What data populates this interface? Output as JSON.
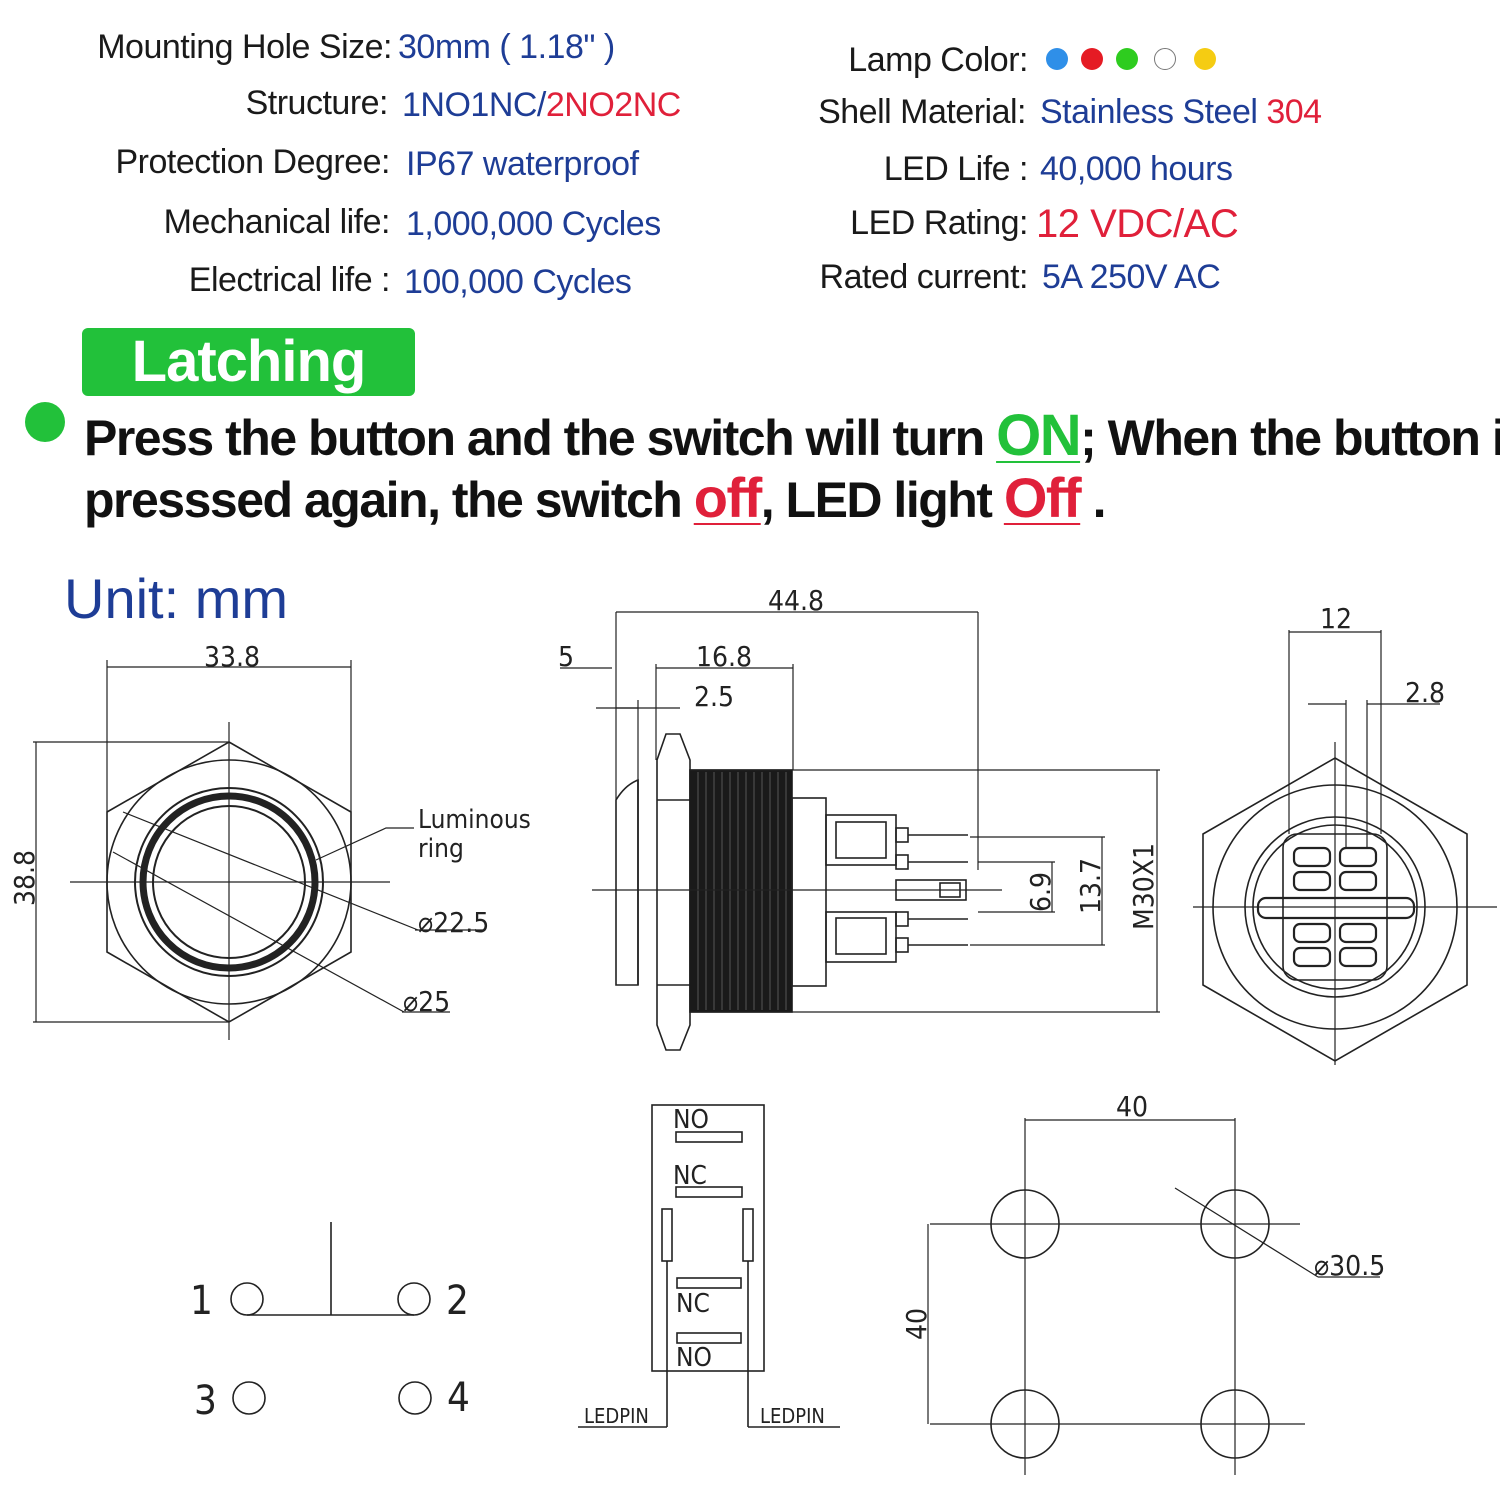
{
  "specs_left": [
    {
      "label": "Mounting Hole  Size:",
      "value": "30mm ( 1.18\" )"
    },
    {
      "label": "Structure:",
      "value_a": "1NO1NC/",
      "value_b": "2NO2NC"
    },
    {
      "label": "Protection  Degree:",
      "value": "IP67 waterproof"
    },
    {
      "label": "Mechanical life:",
      "value": "1,000,000 Cycles"
    },
    {
      "label": "Electrical  life :",
      "value": "100,000 Cycles"
    }
  ],
  "specs_right": [
    {
      "label": "Lamp Color:"
    },
    {
      "label": "Shell Material:",
      "value_a": "Stainless Steel ",
      "value_b": "304"
    },
    {
      "label": "LED Life :",
      "value": "40,000 hours"
    },
    {
      "label": "LED Rating:",
      "value": "12 VDC/AC"
    },
    {
      "label": "Rated  current:",
      "value": "5A 250V AC"
    }
  ],
  "lamp_colors": [
    "#2f8fe8",
    "#e51b24",
    "#2ecc1f",
    "#ffffff",
    "#f5cc12"
  ],
  "mode_badge": "Latching",
  "description": {
    "part1": "Press the button and the switch will turn ",
    "on": "ON",
    "part2": ";  When the button is",
    "part3": "presssed again, the switch ",
    "off1": "off",
    "part4": ", LED light ",
    "off2": "Off",
    "part5": " ."
  },
  "unit_label": "Unit: mm",
  "front_view": {
    "width": "33.8",
    "height": "38.8",
    "dia_inner": "⌀22.5",
    "dia_outer": "⌀25",
    "luminous_1": "Luminous",
    "luminous_2": "ring"
  },
  "side_view": {
    "length": "44.8",
    "front": "5",
    "body": "16.8",
    "flange": "2.5",
    "d1": "6.9",
    "d2": "13.7",
    "thread": "M30X1"
  },
  "back_view": {
    "width": "12",
    "pitch": "2.8"
  },
  "terminal_symbol": {
    "t1": "1",
    "t2": "2",
    "t3": "3",
    "t4": "4"
  },
  "pin_layout": {
    "no_top": "NO",
    "nc_top": "NC",
    "nc_bottom": "NC",
    "no_bottom": "NO",
    "led_left": "LEDPIN",
    "led_right": "LEDPIN"
  },
  "hole_layout": {
    "spacing_x": "40",
    "spacing_y": "40",
    "hole_dia": "⌀30.5"
  }
}
